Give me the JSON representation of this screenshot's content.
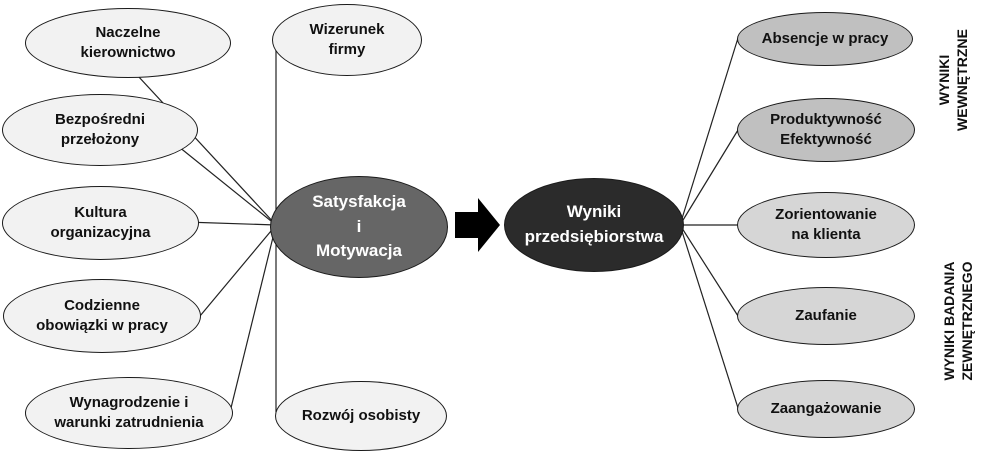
{
  "left_nodes": [
    {
      "id": "naczelne",
      "label": "Naczelne\nkierownictwo"
    },
    {
      "id": "bezposredni",
      "label": "Bezpośredni\nprzełożony"
    },
    {
      "id": "kultura",
      "label": "Kultura\norganizacyjna"
    },
    {
      "id": "codzienne",
      "label": "Codzienne\nobowiązki w pracy"
    },
    {
      "id": "wynagrodzenie",
      "label": "Wynagrodzenie i\nwarunki zatrudnienia"
    },
    {
      "id": "wizerunek",
      "label": "Wizerunek\nfirmy"
    },
    {
      "id": "rozwoj",
      "label": "Rozwój osobisty"
    }
  ],
  "center_left": {
    "label": "Satysfakcja\ni\nMotywacja",
    "color": "#666666"
  },
  "center_right": {
    "label": "Wyniki\nprzedsiębiorstwa",
    "color": "#2b2b2b"
  },
  "right_nodes": [
    {
      "id": "absencje",
      "label": "Absencje w pracy"
    },
    {
      "id": "produktywnosc",
      "label": "Produktywność\nEfektywność"
    },
    {
      "id": "zorientowanie",
      "label": "Zorientowanie\nna klienta"
    },
    {
      "id": "zaufanie",
      "label": "Zaufanie"
    },
    {
      "id": "zaangazowanie",
      "label": "Zaangażowanie"
    }
  ],
  "side_labels": {
    "internal": "WYNIKI\nWEWNĘTRZNE",
    "external": "WYNIKI  BADANIA\nZEWNĘTRZNEGO"
  },
  "arrow_icon": "right-arrow-icon"
}
